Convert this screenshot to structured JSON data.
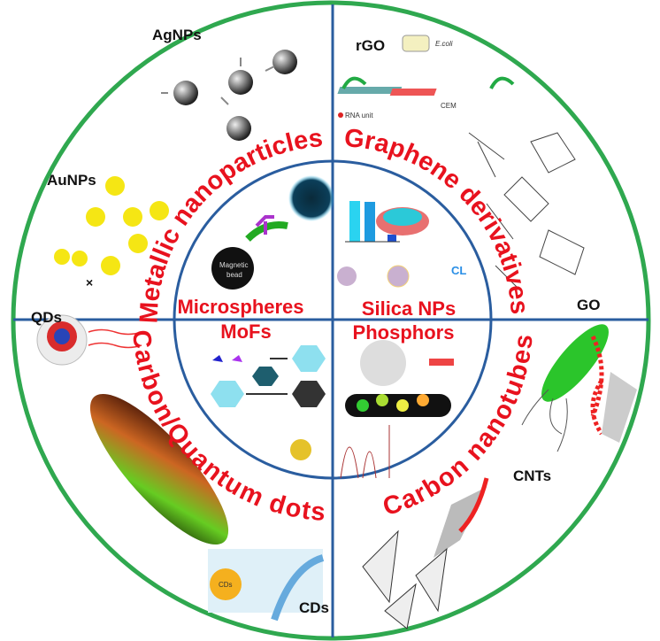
{
  "colors": {
    "outer_ring": "#2fa84f",
    "divider": "#2a5d9f",
    "category_text": "#e8121e",
    "label_text": "#111111"
  },
  "categories": {
    "top_left": "Metallic nanoparticles",
    "top_right": "Graphene derivatives",
    "bottom_left": "Carbon/Quantum dots",
    "bottom_right": "Carbon nanotubes"
  },
  "inner": {
    "top_left": "Microspheres",
    "top_right": "Silica NPs",
    "bottom_left": "MoFs",
    "bottom_right": "Phosphors"
  },
  "labels": {
    "agnps": "AgNPs",
    "rgo": "rGO",
    "aunps": "AuNPs",
    "go": "GO",
    "qds": "QDs",
    "cnts": "CNTs",
    "cds": "CDs"
  },
  "small_text": {
    "magnetic_bead_1": "Magnetic",
    "magnetic_bead_2": "bead",
    "ecoli": "E.coli",
    "cem": "CEM",
    "rna": "RNA unit",
    "cl": "CL",
    "cds_badge": "CDs"
  }
}
